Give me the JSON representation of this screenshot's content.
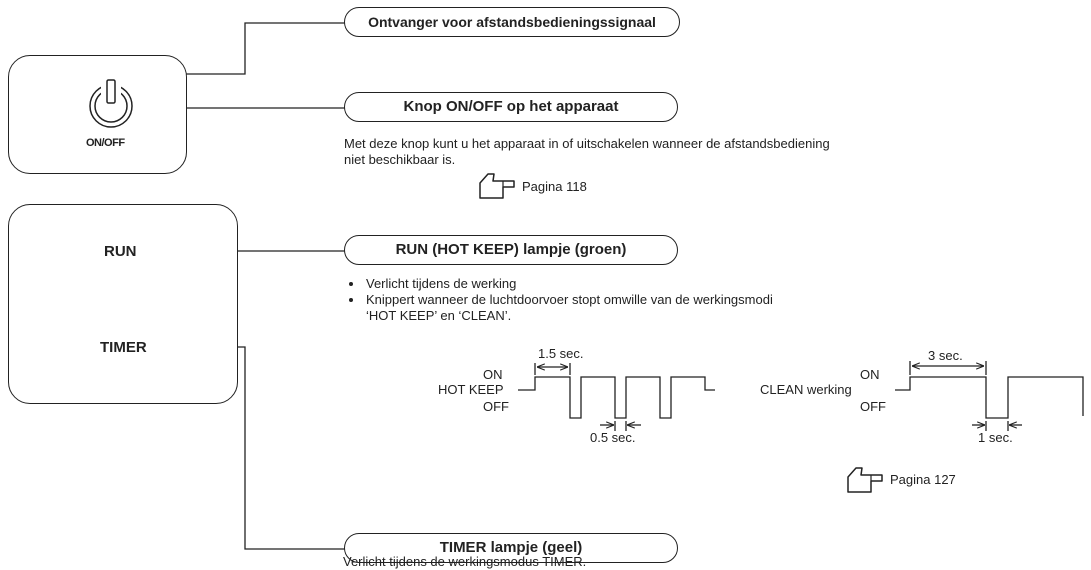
{
  "receiver": {
    "label": "Ontvanger voor afstandsbedieningssignaal"
  },
  "onoff": {
    "button_label": "ON/OFF",
    "title": "Knop ON/OFF op het apparaat",
    "description_line1": "Met deze knop kunt u het apparaat in of uitschakelen wanneer de afstandsbediening",
    "description_line2": "niet beschikbaar is.",
    "ref": "Pagina 118"
  },
  "panel2": {
    "run_label": "RUN",
    "timer_label": "TIMER"
  },
  "run": {
    "title": "RUN (HOT KEEP) lampje (groen)",
    "bullet1": "Verlicht tijdens de werking",
    "bullet2_line1": "Knippert wanneer de luchtdoorvoer stopt omwille van de werkingsmodi",
    "bullet2_line2": "‘HOT KEEP’ en ‘CLEAN’.",
    "ref": "Pagina 127"
  },
  "hotkeep_diagram": {
    "name": "HOT KEEP",
    "on": "ON",
    "off": "OFF",
    "on_time": "1.5 sec.",
    "off_time": "0.5 sec."
  },
  "clean_diagram": {
    "name": "CLEAN werking",
    "on": "ON",
    "off": "OFF",
    "on_time": "3 sec.",
    "off_time": "1 sec."
  },
  "timer": {
    "title": "TIMER lampje (geel)",
    "description": "Verlicht tijdens de werkingsmodus TIMER."
  },
  "icons": [
    "power-icon",
    "pointing-hand-icon"
  ]
}
